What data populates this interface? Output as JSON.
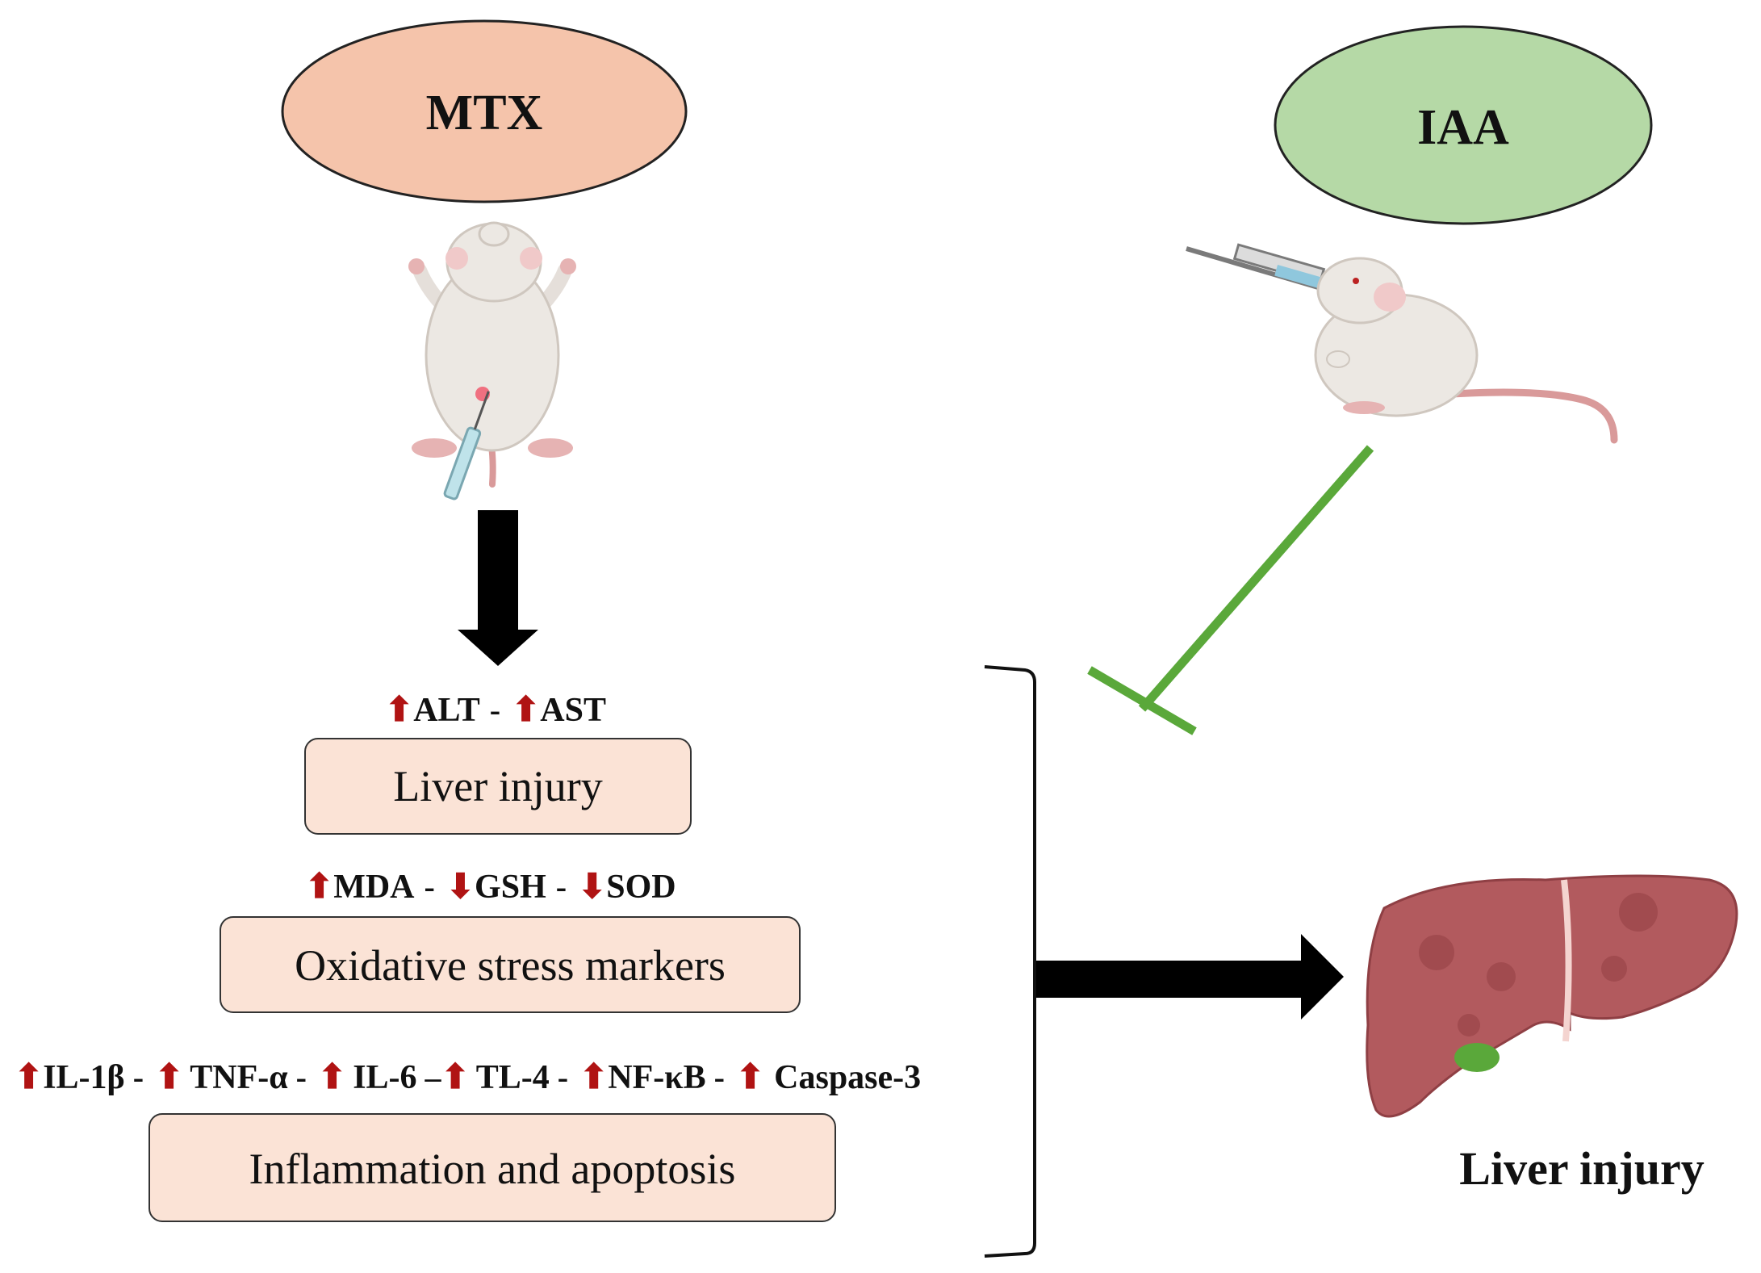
{
  "colors": {
    "mtx_fill": "#f5c4ab",
    "iaa_fill": "#b5d9a6",
    "box_fill": "#fbe3d6",
    "up_arrow": "#b01313",
    "inhibit_line": "#5aa83a",
    "liver_fill": "#b25a5e",
    "arrow_black": "#000000"
  },
  "nodes": {
    "mtx": "MTX",
    "iaa": "IAA"
  },
  "boxes": {
    "liver_injury": "Liver injury",
    "oxidative": "Oxidative stress markers",
    "inflammation": "Inflammation and apoptosis"
  },
  "markers": {
    "liver": [
      {
        "dir": "up",
        "label": "ALT"
      },
      {
        "dir": "up",
        "label": "AST"
      }
    ],
    "oxidative": [
      {
        "dir": "up",
        "label": "MDA"
      },
      {
        "dir": "down",
        "label": "GSH"
      },
      {
        "dir": "down",
        "label": "SOD"
      }
    ],
    "inflammation": [
      {
        "dir": "up",
        "label": "IL-1β"
      },
      {
        "dir": "up",
        "label": "TNF-α"
      },
      {
        "dir": "up",
        "label": "IL-6"
      },
      {
        "dir": "up",
        "label": "TL-4"
      },
      {
        "dir": "up",
        "label": "NF-κB"
      },
      {
        "dir": "up",
        "label": "Caspase-3"
      }
    ],
    "separators": {
      "dash": "-",
      "en_dash": "–"
    }
  },
  "outcome": {
    "label": "Liver injury"
  },
  "icons": [
    "mouse-injection-icon",
    "mouse-oral-gavage-icon",
    "liver-icon",
    "up-arrow-icon",
    "down-arrow-icon"
  ]
}
